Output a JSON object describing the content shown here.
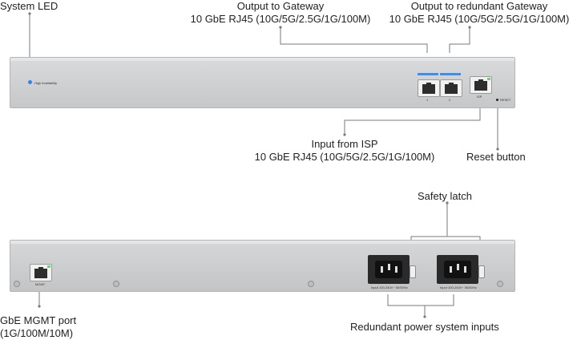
{
  "labels": {
    "system_led": "System LED",
    "output_gateway": [
      "Output to Gateway",
      "10 GbE RJ45 (10G/5G/2.5G/1G/100M)"
    ],
    "output_redundant": [
      "Output to redundant Gateway",
      "10 GbE RJ45 (10G/5G/2.5G/1G/100M)"
    ],
    "input_isp": [
      "Input from ISP",
      "10 GbE RJ45 (10G/5G/2.5G/1G/100M)"
    ],
    "reset": "Reset button",
    "safety_latch": "Safety latch",
    "mgmt": [
      "GbE MGMT port",
      "(1G/100M/10M)"
    ],
    "redundant_power": "Redundant power system inputs"
  },
  "device": {
    "front_led_text": "High Availability",
    "port_labels": [
      "1",
      "2",
      "ISP"
    ],
    "reset_text": "RESET",
    "mgmt_text": "MGMT",
    "power_text": "Input 100-240V~ 50/60Hz"
  },
  "colors": {
    "led": "#2a86e8",
    "port_link": "#6bd46b",
    "leader_line": "#7a7a7a"
  }
}
